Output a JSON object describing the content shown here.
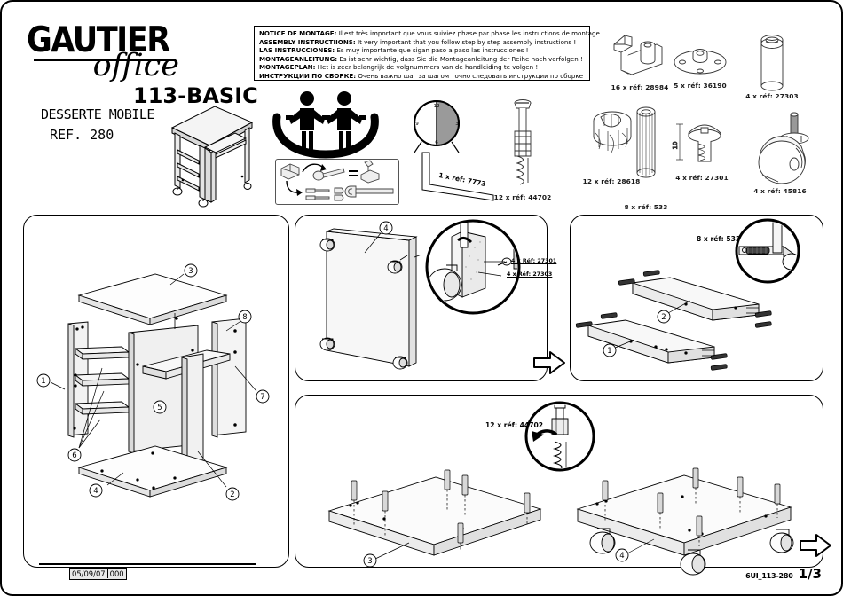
{
  "brand": {
    "name": "GAUTIER",
    "sub": "office"
  },
  "header": {
    "model": "113-BASIC",
    "description": "DESSERTE MOBILE",
    "reference": "REF. 280",
    "product_icon": "mobile-cart-illustration"
  },
  "notice": {
    "lines": [
      {
        "lang_label": "NOTICE DE MONTAGE:",
        "text": " Il est très important que vous suiviez phase par phase les instructions de montage !"
      },
      {
        "lang_label": "ASSEMBLY INSTRUCTIIONS:",
        "text": " It very important that you follow step by step assembly instructions !"
      },
      {
        "lang_label": "LAS INSTRUCCIONES:",
        "text": " Es muy importante que sigan paso a paso las instrucciones !"
      },
      {
        "lang_label": "MONTAGEANLEITUNG:",
        "text": " Es ist sehr wichtig, dass Sie die Montageanleitung der Reihe nach verfolgen !"
      },
      {
        "lang_label": "MONTAGEPLAN:",
        "text": " Het is zeer belangrijk de volgnummers van de handleiding te volgen !"
      },
      {
        "lang_label": "ИНСТРУКЦИИ ПО СБОРКЕ:",
        "text": " Очень важно шаг за шагом точно следовать инструкции по сборке"
      }
    ]
  },
  "pictograms": {
    "two_people_icon": "two-assemblers-required",
    "clock_icon": "assembly-time-clock",
    "clock_marks": [
      "12",
      "3",
      "6",
      "9"
    ],
    "toolbox_icon": "required-tools",
    "allen_key_label": "1 x réf: 7773"
  },
  "hardware": [
    {
      "id": "cam-lock-bracket",
      "label": "16 x réf: 28984"
    },
    {
      "id": "round-base-plate",
      "label": "5 x réf: 36190"
    },
    {
      "id": "spacer-sleeve",
      "label": "4 x réf: 27303"
    },
    {
      "id": "cam-bolt-screw",
      "label": "12 x réf: 44702"
    },
    {
      "id": "cam-housing",
      "label": "12 x réf: 28618"
    },
    {
      "id": "wood-dowel",
      "label": "8 x réf: 533"
    },
    {
      "id": "truss-head-screw",
      "label": "4 x réf: 27301",
      "dimension": "10"
    },
    {
      "id": "caster-wheel",
      "label": "4 x réf: 45816"
    }
  ],
  "panels": {
    "exploded": {
      "name": "exploded-assembly-overview",
      "callouts": [
        "1",
        "2",
        "3",
        "4",
        "5",
        "6",
        "7",
        "8"
      ]
    },
    "step_casters": {
      "name": "step-attach-casters",
      "callouts": [
        "4"
      ],
      "hardware_labels": [
        "4 x Réf: 27301",
        "4 x Réf: 27303"
      ]
    },
    "step_dowels": {
      "name": "step-insert-dowels",
      "callouts": [
        "1",
        "2"
      ],
      "hardware_labels": [
        "8 x réf: 533"
      ]
    },
    "step_cambolts": {
      "name": "step-insert-cam-bolts",
      "callouts": [
        "3",
        "4"
      ],
      "hardware_labels": [
        "12 x réf: 44702"
      ]
    }
  },
  "footer": {
    "date": "05/09/07",
    "revision": "000",
    "doc_code": "6UI_113-280",
    "page": "1/3"
  }
}
